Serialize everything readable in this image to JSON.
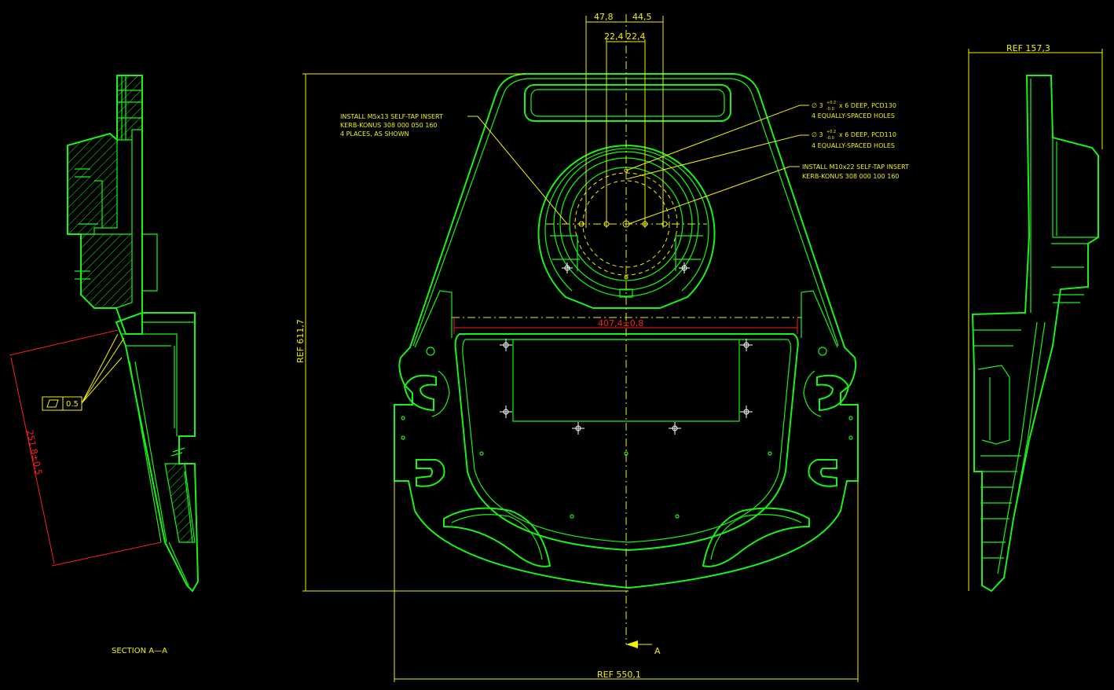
{
  "dimensions": {
    "d1": "47,8",
    "d2": "44,5",
    "d3": "22,4",
    "d4": "22,4",
    "ref_height": "REF 611,7",
    "ref_width": "REF 550,1",
    "ref_depth": "REF 157,3",
    "width_tol": "407,4±0,8",
    "section_len": "251,8±0,5"
  },
  "callouts": {
    "m5_line1": "INSTALL M5x13 SELF-TAP INSERT",
    "m5_line2": "KERB-KONUS 308 000 050 160",
    "m5_line3": "4 PLACES, AS SHOWN",
    "pcd130_a": "∅ 3",
    "pcd130_sup": "+0.2",
    "pcd130_sub": "-0.0",
    "pcd130_b": "x 6 DEEP, PCD130",
    "pcd130_line2": "4 EQUALLY-SPACED HOLES",
    "pcd110_a": "∅ 3",
    "pcd110_sup": "+0.2",
    "pcd110_sub": "-0.0",
    "pcd110_b": "x 6 DEEP, PCD110",
    "pcd110_line2": "4 EQUALLY-SPACED HOLES",
    "m10_line1": "INSTALL M10x22 SELF-TAP INSERT",
    "m10_line2": "KERB-KONUS 308 000 100 160"
  },
  "flatness_tolerance": "0.5",
  "section_label": "SECTION A—A",
  "section_arrow_label": "A",
  "colors": {
    "outline": "#19f219",
    "annotation": "#f2f200",
    "dimension_red": "#ff2020",
    "background": "#000000"
  }
}
